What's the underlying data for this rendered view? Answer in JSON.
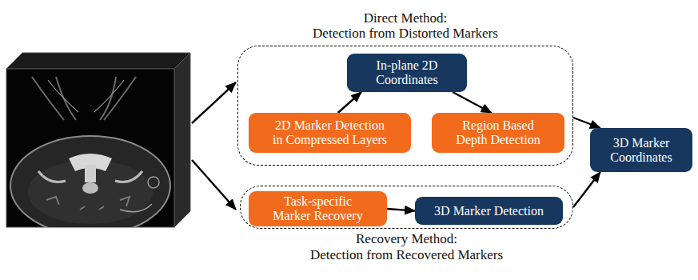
{
  "diagram": {
    "nodes": [
      {
        "text": [
          "Direct Method:",
          "Detection from Distorted Markers"
        ]
      },
      {
        "text": [
          "In-plane 2D Coordinates"
        ],
        "in": 0
      },
      {
        "text": [
          "2D Marker Detection in Compressed Layers"
        ],
        "in": 0
      },
      {
        "text": [
          "Region Based Depth Detection"
        ],
        "in": 0
      },
      {
        "text": [
          "3D Marker Coordinates"
        ]
      },
      {
        "text": [
          "Recovery Method:",
          "Detection from Recovered Markers"
        ]
      },
      {
        "text": [
          "Task-specific Marker Recovery"
        ],
        "in": 5
      },
      {
        "text": [
          "3D Marker Detection"
        ],
        "in": 5
      }
    ],
    "edges": [
      {
        "from": 2,
        "to": 1,
        "arrow": "to"
      },
      {
        "from": 1,
        "to": 3,
        "arrow": "to"
      },
      {
        "from": 0,
        "to": 4,
        "arrow": "to"
      },
      {
        "from": 6,
        "to": 7,
        "arrow": "to"
      },
      {
        "from": 5,
        "to": 4,
        "arrow": "to"
      }
    ]
  }
}
